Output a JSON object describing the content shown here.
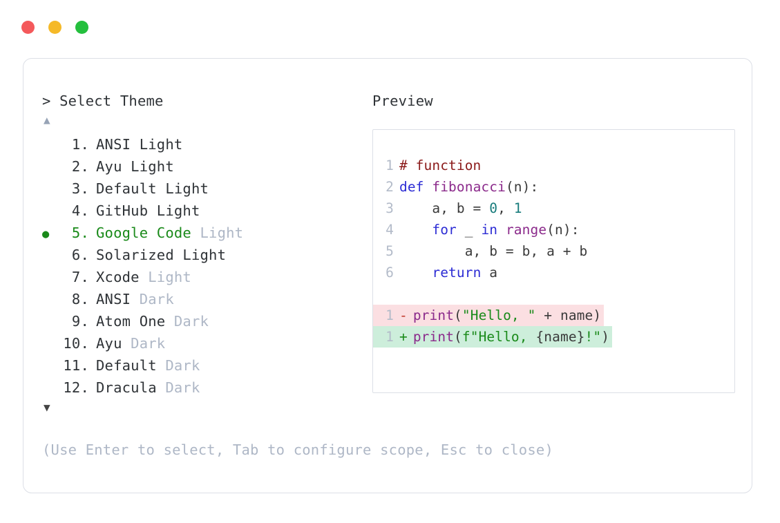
{
  "titlebar": {
    "dots": [
      {
        "name": "close",
        "color": "#f4595b"
      },
      {
        "name": "minimize",
        "color": "#f5b928"
      },
      {
        "name": "maximize",
        "color": "#24bf3d"
      }
    ]
  },
  "left": {
    "prompt": "> Select Theme",
    "scroll_up": "▲",
    "scroll_down": "▼",
    "bullet": "●",
    "items": [
      {
        "index": " 1.",
        "name": "ANSI Light",
        "mode": "",
        "muted": false,
        "selected": false
      },
      {
        "index": " 2.",
        "name": "Ayu Light",
        "mode": "",
        "muted": false,
        "selected": false
      },
      {
        "index": " 3.",
        "name": "Default Light",
        "mode": "",
        "muted": false,
        "selected": false
      },
      {
        "index": " 4.",
        "name": "GitHub Light",
        "mode": "",
        "muted": false,
        "selected": false
      },
      {
        "index": " 5.",
        "name": "Google Code",
        "mode": " Light",
        "muted": true,
        "selected": true
      },
      {
        "index": " 6.",
        "name": "Solarized Light",
        "mode": "",
        "muted": false,
        "selected": false
      },
      {
        "index": " 7.",
        "name": "Xcode",
        "mode": " Light",
        "muted": true,
        "selected": false
      },
      {
        "index": " 8.",
        "name": "ANSI",
        "mode": " Dark",
        "muted": true,
        "selected": false
      },
      {
        "index": " 9.",
        "name": "Atom One",
        "mode": " Dark",
        "muted": true,
        "selected": false
      },
      {
        "index": "10.",
        "name": "Ayu",
        "mode": " Dark",
        "muted": true,
        "selected": false
      },
      {
        "index": "11.",
        "name": "Default",
        "mode": " Dark",
        "muted": true,
        "selected": false
      },
      {
        "index": "12.",
        "name": "Dracula",
        "mode": " Dark",
        "muted": true,
        "selected": false
      }
    ],
    "hint": "(Use Enter to select, Tab to configure scope, Esc to close)"
  },
  "right": {
    "label": "Preview",
    "code_lines": [
      {
        "ln": "1",
        "tokens": [
          {
            "t": "# function",
            "c": "comment"
          }
        ]
      },
      {
        "ln": "2",
        "tokens": [
          {
            "t": "def ",
            "c": "keyword"
          },
          {
            "t": "fibonacci",
            "c": "func"
          },
          {
            "t": "(n):",
            "c": "punct"
          }
        ]
      },
      {
        "ln": "3",
        "tokens": [
          {
            "t": "    a, b = ",
            "c": "plain"
          },
          {
            "t": "0",
            "c": "num"
          },
          {
            "t": ", ",
            "c": "plain"
          },
          {
            "t": "1",
            "c": "num"
          }
        ]
      },
      {
        "ln": "4",
        "tokens": [
          {
            "t": "    ",
            "c": "plain"
          },
          {
            "t": "for",
            "c": "keyword"
          },
          {
            "t": " _ ",
            "c": "plain"
          },
          {
            "t": "in",
            "c": "keyword"
          },
          {
            "t": " ",
            "c": "plain"
          },
          {
            "t": "range",
            "c": "builtin"
          },
          {
            "t": "(n):",
            "c": "punct"
          }
        ]
      },
      {
        "ln": "5",
        "tokens": [
          {
            "t": "        a, b = b, a + b",
            "c": "plain"
          }
        ]
      },
      {
        "ln": "6",
        "tokens": [
          {
            "t": "    ",
            "c": "plain"
          },
          {
            "t": "return",
            "c": "keyword"
          },
          {
            "t": " a",
            "c": "plain"
          }
        ]
      }
    ],
    "diff_lines": [
      {
        "ln": "1",
        "mark": "-",
        "kind": "del",
        "tokens": [
          {
            "t": "print",
            "c": "builtin"
          },
          {
            "t": "(",
            "c": "punct"
          },
          {
            "t": "\"Hello, \"",
            "c": "str"
          },
          {
            "t": " + name)",
            "c": "plain"
          }
        ]
      },
      {
        "ln": "1",
        "mark": "+",
        "kind": "add",
        "tokens": [
          {
            "t": "print",
            "c": "builtin"
          },
          {
            "t": "(",
            "c": "punct"
          },
          {
            "t": "f\"Hello, ",
            "c": "str"
          },
          {
            "t": "{name}",
            "c": "plain"
          },
          {
            "t": "!\"",
            "c": "str"
          },
          {
            "t": ")",
            "c": "punct"
          }
        ]
      }
    ]
  },
  "colors": {
    "selected_green": "#1a8a1a",
    "muted_text": "#aeb7c6",
    "body_text": "#2f3337",
    "border": "#dcdfe6",
    "diff_del_bg": "#fbdfe2",
    "diff_add_bg": "#cdeedb",
    "comment": "#8b1a1a",
    "keyword": "#2c2cd4",
    "function": "#8b2a8b",
    "number": "#177b7b",
    "string": "#1a8a1a"
  }
}
